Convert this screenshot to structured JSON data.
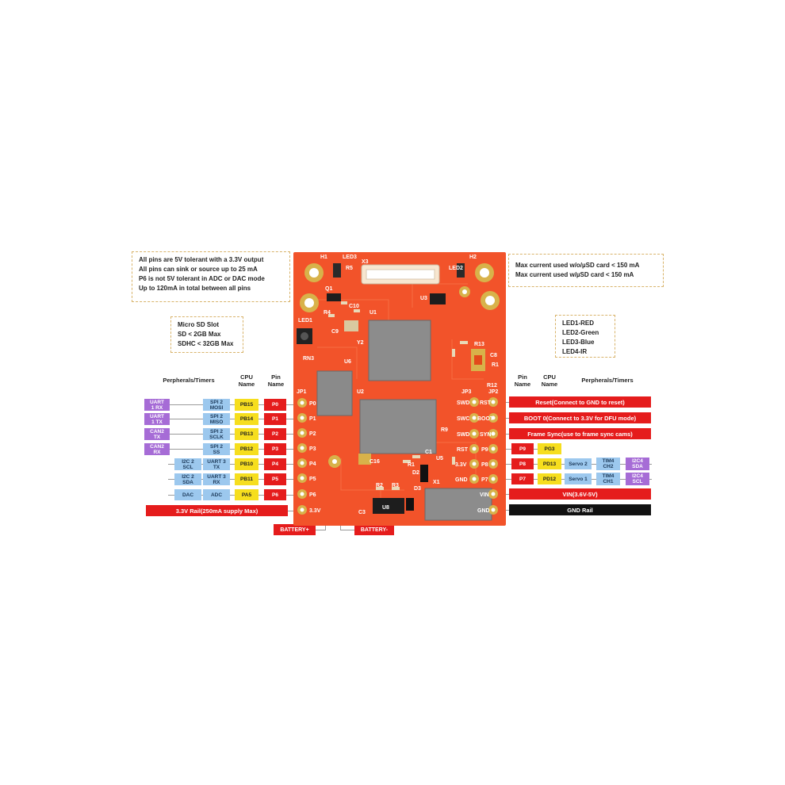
{
  "notes": {
    "tolerance": [
      "All pins are 5V tolerant with a 3.3V output",
      "All pins can sink or source up to 25 mA",
      "P6 is not 5V tolerant in ADC or DAC mode",
      "Up to 120mA in total between all pins"
    ],
    "current": [
      "Max current used w/o/µSD card < 150 mA",
      "Max current used w/µSD card < 150 mA"
    ],
    "microsd": [
      "Micro SD Slot",
      "SD < 2GB Max",
      "SDHC < 32GB Max"
    ],
    "leds": [
      "LED1-RED",
      "LED2-Green",
      "LED3-Blue",
      "LED4-IR"
    ]
  },
  "headers": {
    "left_periph": "Perpherals/Timers",
    "left_cpu": "CPU\nName",
    "left_pin": "Pin\nName",
    "right_pin": "Pin\nName",
    "right_cpu": "CPU\nName",
    "right_periph": "Perpherals/Timers"
  },
  "left_rows": [
    {
      "a": "UART\n1 RX",
      "b": "SPI 2\nMOSI",
      "cpu": "PB15",
      "pin": "P0"
    },
    {
      "a": "UART\n1 TX",
      "b": "SPI 2\nMISO",
      "cpu": "PB14",
      "pin": "P1"
    },
    {
      "a": "CAN2\nTX",
      "b": "SPI 2\nSCLK",
      "cpu": "PB13",
      "pin": "P2"
    },
    {
      "a": "CAN2\nRX",
      "b": "SPI 2\nSS",
      "cpu": "PB12",
      "pin": "P3"
    },
    {
      "a": "I2C 2\nSCL",
      "b": "UART 3\nTX",
      "cpu": "PB10",
      "pin": "P4"
    },
    {
      "a": "I2C 2\nSDA",
      "b": "UART 3\nRX",
      "cpu": "PB11",
      "pin": "P5"
    },
    {
      "a": "DAC",
      "b": "ADC",
      "cpu": "PA5",
      "pin": "P6"
    }
  ],
  "rail_33": "3.3V Rail(250mA supply Max)",
  "battery_plus": "BATTERY+",
  "battery_minus": "BATTERY-",
  "right_wide": {
    "reset": "Reset(Connect to GND to reset)",
    "boot": "BOOT 0(Connect to 3.3V for DFU mode)",
    "fsync": "Frame Sync(use to frame sync cams)",
    "vin": "VIN(3.6V-5V)",
    "gnd": "GND Rail"
  },
  "right_rows": [
    {
      "pin": "P9",
      "cpu": "PG3"
    },
    {
      "pin": "P8",
      "cpu": "PD13",
      "servo": "Servo 2",
      "tim": "TIM4\nCH2",
      "i2c": "I2C4\nSDA"
    },
    {
      "pin": "P7",
      "cpu": "PD12",
      "servo": "Servo 1",
      "tim": "TIM4\nCH1",
      "i2c": "I2C4\nSCL"
    }
  ],
  "silkscreen": {
    "top": [
      "H1",
      "LED3",
      "X3",
      "H2",
      "R5",
      "Q1",
      "R4",
      "C10",
      "U3",
      "LED2",
      "LED1",
      "Y2",
      "U1",
      "C9",
      "R13",
      "RN3",
      "U6",
      "U2",
      "C8",
      "R1",
      "JP1",
      "JP3",
      "JP2",
      "R12",
      "C16",
      "R9",
      "R1",
      "C1",
      "U5",
      "R2",
      "R3",
      "U8",
      "C3",
      "D3",
      "D2",
      "X1"
    ],
    "left_pins": [
      "P0",
      "P1",
      "P2",
      "P3",
      "P4",
      "P5",
      "P6",
      "3.3V"
    ],
    "right_col1": [
      "SWD",
      "SWC",
      "SWD",
      "RST",
      "3.3V",
      "GND"
    ],
    "right_col2": [
      "RST",
      "BOOT",
      "SYN",
      "P9",
      "P8",
      "P7",
      "VIN",
      "GND"
    ]
  },
  "colors": {
    "board": "#f2532a",
    "purple": "#a66cd6",
    "blue": "#9cc8ee",
    "yellow": "#f6de1e",
    "red": "#e51c1c",
    "black": "#111111"
  }
}
